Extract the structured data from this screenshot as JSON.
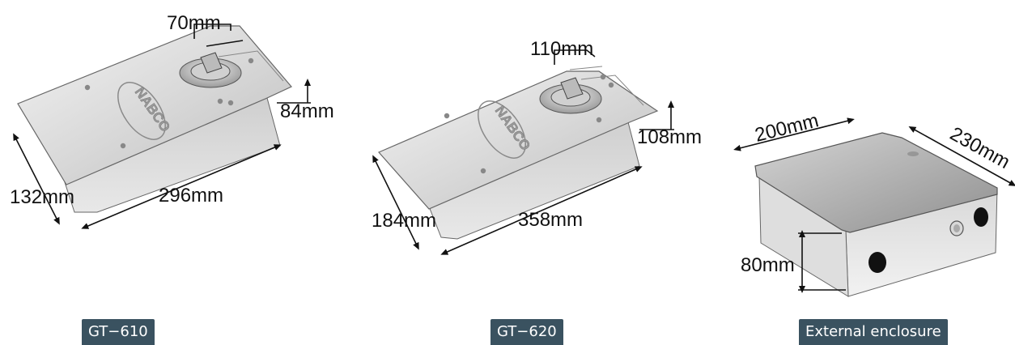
{
  "products": [
    {
      "label": "GT−610",
      "brand": "NABCO",
      "dims": {
        "spindle": "70mm",
        "height": "84mm",
        "width": "132mm",
        "length": "296mm"
      }
    },
    {
      "label": "GT−620",
      "brand": "NABCO",
      "dims": {
        "spindle": "110mm",
        "height": "108mm",
        "width": "184mm",
        "length": "358mm"
      }
    },
    {
      "label": "External enclosure",
      "dims": {
        "width": "200mm",
        "depth": "230mm",
        "height": "80mm"
      }
    }
  ],
  "colors": {
    "label_bg": "#3a5260",
    "label_text": "#ffffff",
    "metal_light": "#eeeeee",
    "metal_dark": "#a8a8a8"
  }
}
